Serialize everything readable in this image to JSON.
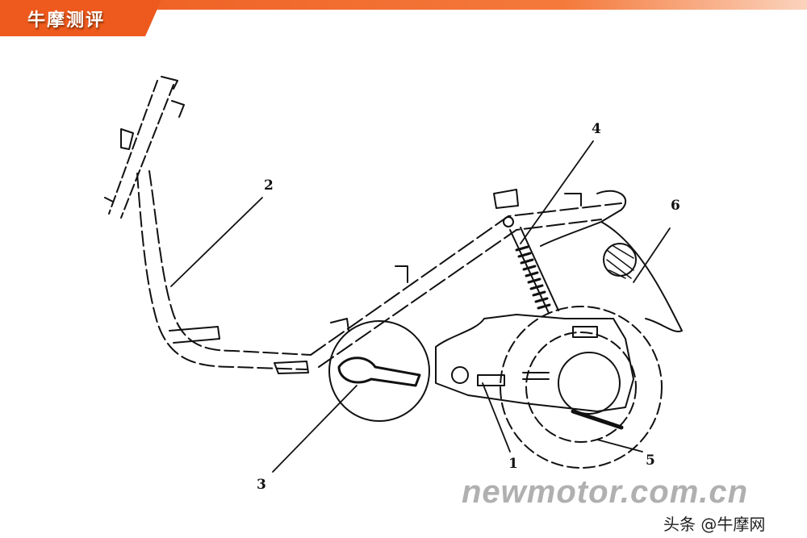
{
  "header": {
    "title": "牛摩测评",
    "accent": "#f05a1a"
  },
  "diagram": {
    "labels": [
      "1",
      "2",
      "3",
      "4",
      "5",
      "6"
    ]
  },
  "watermark": "newmotor.com.cn",
  "credit": "头条 @牛摩网"
}
